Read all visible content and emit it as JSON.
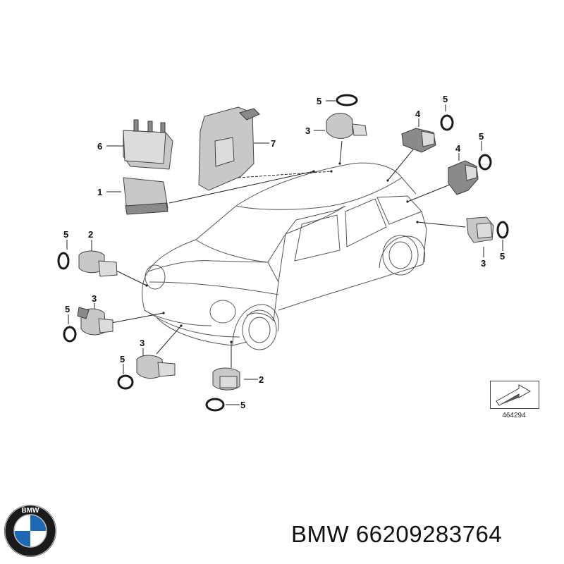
{
  "callouts": {
    "c1": "1",
    "c2a": "2",
    "c2b": "2",
    "c3a": "3",
    "c3b": "3",
    "c3c": "3",
    "c3d": "3",
    "c4a": "4",
    "c4b": "4",
    "c5a": "5",
    "c5b": "5",
    "c5c": "5",
    "c5d": "5",
    "c5e": "5",
    "c5f": "5",
    "c5g": "5",
    "c5h": "5",
    "c6": "6",
    "c7": "7"
  },
  "reference_number": "464294",
  "caption": "BMW 66209283764",
  "logo": {
    "text": "BMW",
    "colors": {
      "blue": "#1c69b4",
      "white": "#ffffff",
      "ring": "#111111"
    }
  }
}
